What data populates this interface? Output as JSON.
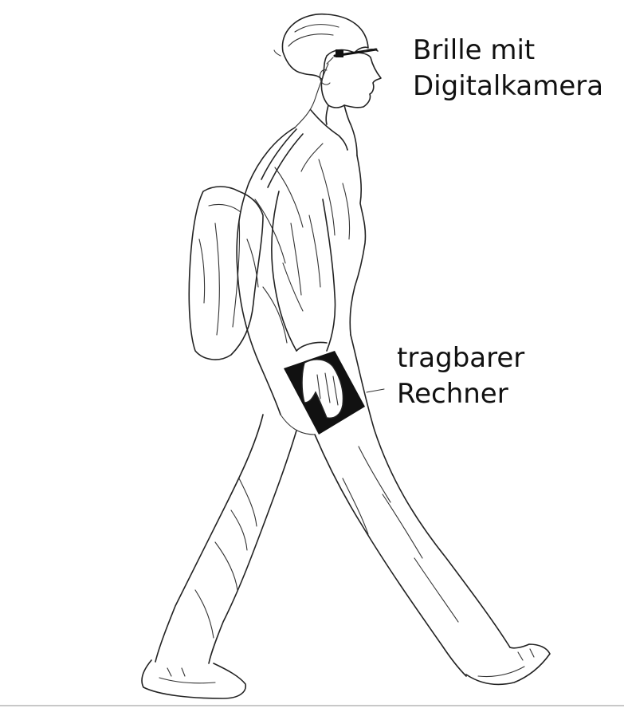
{
  "labels": {
    "glasses_line1": "Brille mit",
    "glasses_line2": "Digitalkamera",
    "computer_line1": "tragbarer",
    "computer_line2": "Rechner"
  },
  "figure": {
    "subject": "walking-person-line-drawing",
    "ink_color": "#222222",
    "background": "#ffffff"
  }
}
